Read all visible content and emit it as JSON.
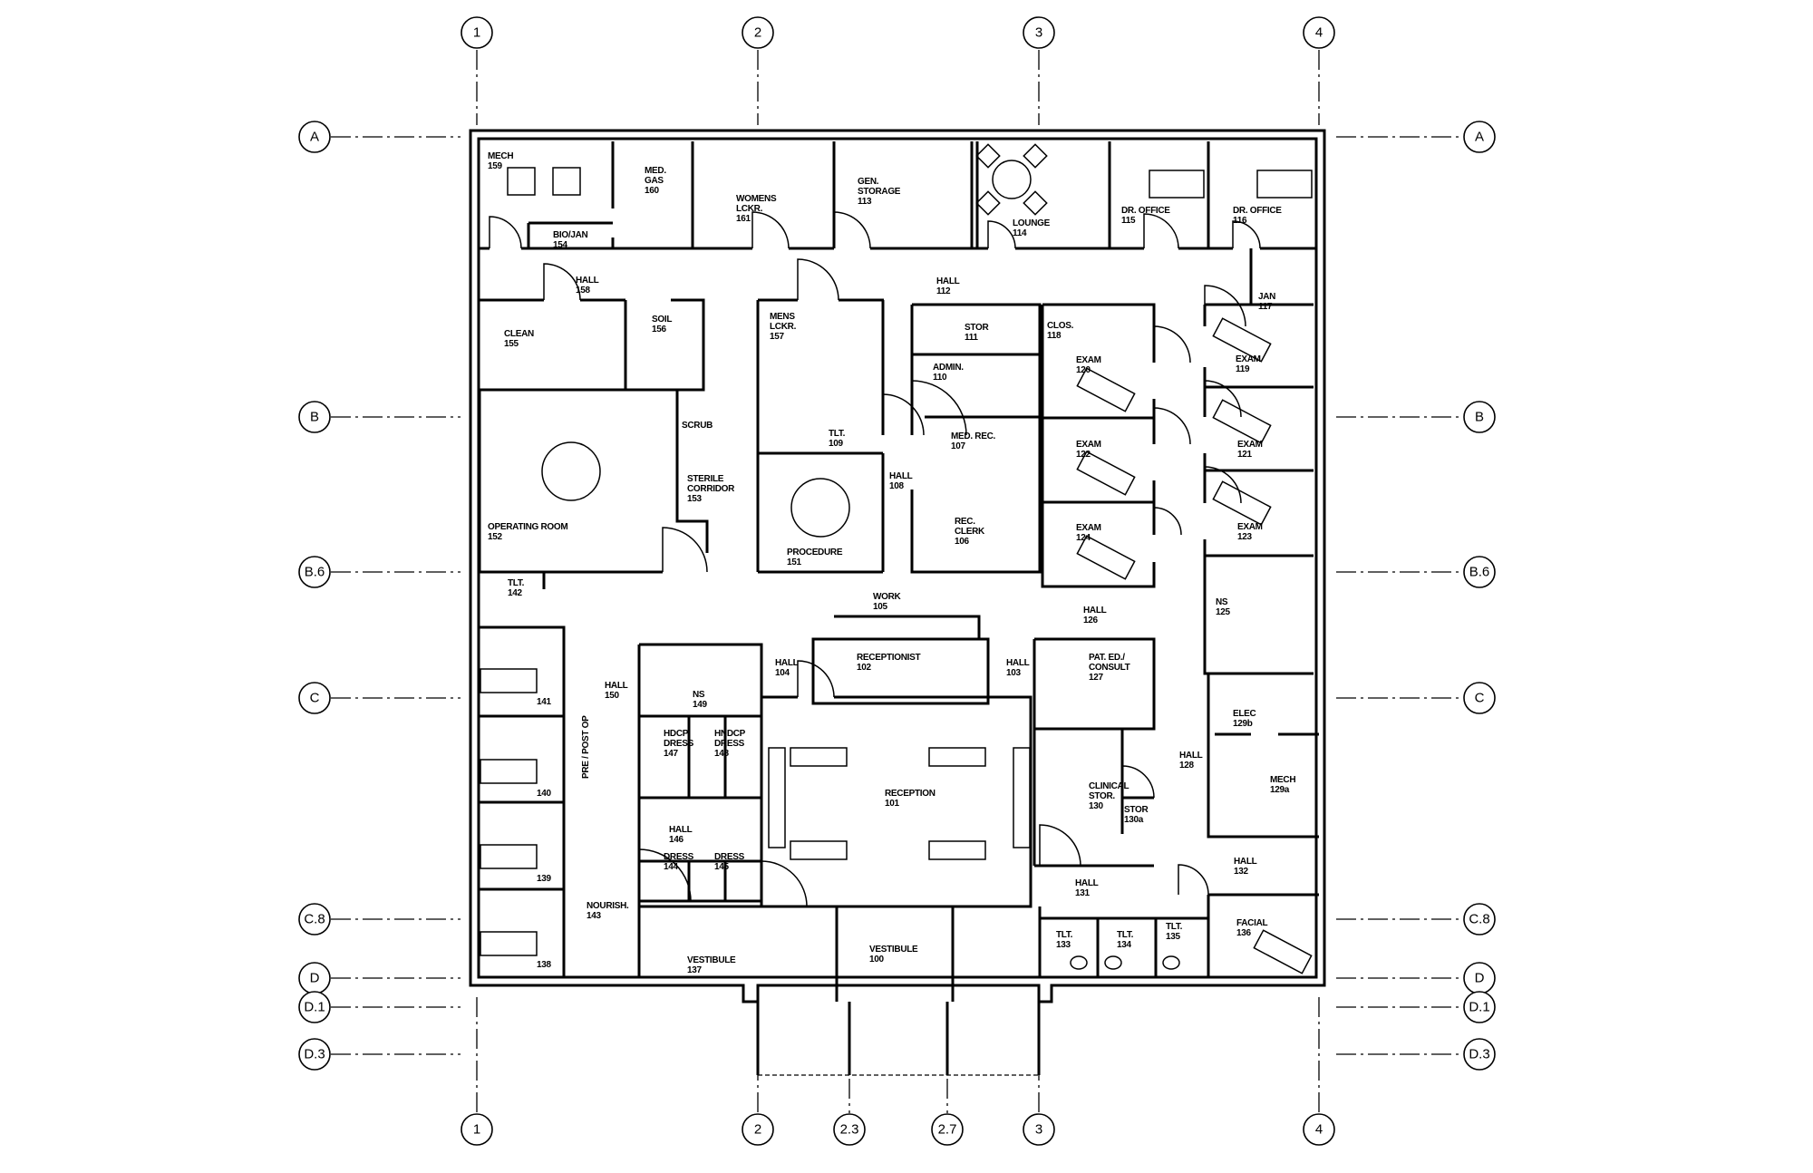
{
  "drawing": {
    "type": "architectural floor plan",
    "grid_columns": [
      "1",
      "2",
      "2.3",
      "2.7",
      "3",
      "4"
    ],
    "grid_rows": [
      "A",
      "B",
      "B.6",
      "C",
      "C.8",
      "D",
      "D.1",
      "D.3"
    ],
    "rooms": [
      {
        "label": [
          "MECH"
        ],
        "number": "159"
      },
      {
        "label": [
          "MED.",
          "GAS"
        ],
        "number": "160"
      },
      {
        "label": [
          "BIO/JAN"
        ],
        "number": "154"
      },
      {
        "label": [
          "HALL"
        ],
        "number": "158"
      },
      {
        "label": [
          "WOMENS",
          "LCKR."
        ],
        "number": "161"
      },
      {
        "label": [
          "GEN.",
          "STORAGE"
        ],
        "number": "113"
      },
      {
        "label": [
          "LOUNGE"
        ],
        "number": "114"
      },
      {
        "label": [
          "DR. OFFICE"
        ],
        "number": "115"
      },
      {
        "label": [
          "DR. OFFICE"
        ],
        "number": "116"
      },
      {
        "label": [
          "HALL"
        ],
        "number": "112"
      },
      {
        "label": [
          "JAN"
        ],
        "number": "117"
      },
      {
        "label": [
          "CLEAN"
        ],
        "number": "155"
      },
      {
        "label": [
          "SOIL"
        ],
        "number": "156"
      },
      {
        "label": [
          "MENS",
          "LCKR."
        ],
        "number": "157"
      },
      {
        "label": [
          "STOR"
        ],
        "number": "111"
      },
      {
        "label": [
          "CLOS."
        ],
        "number": "118"
      },
      {
        "label": [
          "ADMIN."
        ],
        "number": "110"
      },
      {
        "label": [
          "EXAM"
        ],
        "number": "120"
      },
      {
        "label": [
          "EXAM"
        ],
        "number": "119"
      },
      {
        "label": [
          "SCRUB"
        ],
        "number": ""
      },
      {
        "label": [
          "TLT."
        ],
        "number": "109"
      },
      {
        "label": [
          "MED. REC."
        ],
        "number": "107"
      },
      {
        "label": [
          "EXAM"
        ],
        "number": "122"
      },
      {
        "label": [
          "EXAM"
        ],
        "number": "121"
      },
      {
        "label": [
          "HALL"
        ],
        "number": "108"
      },
      {
        "label": [
          "STERILE",
          "CORRIDOR"
        ],
        "number": "153"
      },
      {
        "label": [
          "OPERATING ROOM"
        ],
        "number": "152"
      },
      {
        "label": [
          "REC.",
          "CLERK"
        ],
        "number": "106"
      },
      {
        "label": [
          "EXAM"
        ],
        "number": "124"
      },
      {
        "label": [
          "EXAM"
        ],
        "number": "123"
      },
      {
        "label": [
          "PROCEDURE"
        ],
        "number": "151"
      },
      {
        "label": [
          "TLT."
        ],
        "number": "142"
      },
      {
        "label": [
          "WORK"
        ],
        "number": "105"
      },
      {
        "label": [
          "HALL"
        ],
        "number": "126"
      },
      {
        "label": [
          "NS"
        ],
        "number": "125"
      },
      {
        "label": [
          "HALL"
        ],
        "number": "150"
      },
      {
        "label": [
          "NS"
        ],
        "number": "149"
      },
      {
        "label": [
          "HALL"
        ],
        "number": "104"
      },
      {
        "label": [
          "RECEPTIONIST"
        ],
        "number": "102"
      },
      {
        "label": [
          "HALL"
        ],
        "number": "103"
      },
      {
        "label": [
          "PAT. ED./",
          "CONSULT"
        ],
        "number": "127"
      },
      {
        "label": [
          "ELEC"
        ],
        "number": "129b"
      },
      {
        "label": [],
        "number": "141"
      },
      {
        "label": [
          "HDCP",
          "DRESS"
        ],
        "number": "147"
      },
      {
        "label": [
          "HNDCP",
          "DRESS"
        ],
        "number": "148"
      },
      {
        "label": [
          "HALL"
        ],
        "number": "128"
      },
      {
        "label": [
          "MECH"
        ],
        "number": "129a"
      },
      {
        "label": [
          "CLINICAL",
          "STOR."
        ],
        "number": "130"
      },
      {
        "label": [
          "RECEPTION"
        ],
        "number": "101"
      },
      {
        "label": [],
        "number": "140"
      },
      {
        "label": [
          "STOR"
        ],
        "number": "130a"
      },
      {
        "label": [
          "PRE / POST OP"
        ],
        "number": ""
      },
      {
        "label": [
          "HALL"
        ],
        "number": "146"
      },
      {
        "label": [
          "DRESS"
        ],
        "number": "144"
      },
      {
        "label": [
          "DRESS"
        ],
        "number": "145"
      },
      {
        "label": [
          "HALL"
        ],
        "number": "132"
      },
      {
        "label": [
          "HALL"
        ],
        "number": "131"
      },
      {
        "label": [],
        "number": "139"
      },
      {
        "label": [
          "NOURISH."
        ],
        "number": "143"
      },
      {
        "label": [
          "FACIAL"
        ],
        "number": "136"
      },
      {
        "label": [
          "VESTIBULE"
        ],
        "number": "100"
      },
      {
        "label": [
          "VESTIBULE"
        ],
        "number": "137"
      },
      {
        "label": [
          "TLT."
        ],
        "number": "133"
      },
      {
        "label": [
          "TLT."
        ],
        "number": "134"
      },
      {
        "label": [
          "TLT."
        ],
        "number": "135"
      },
      {
        "label": [],
        "number": "138"
      }
    ]
  }
}
